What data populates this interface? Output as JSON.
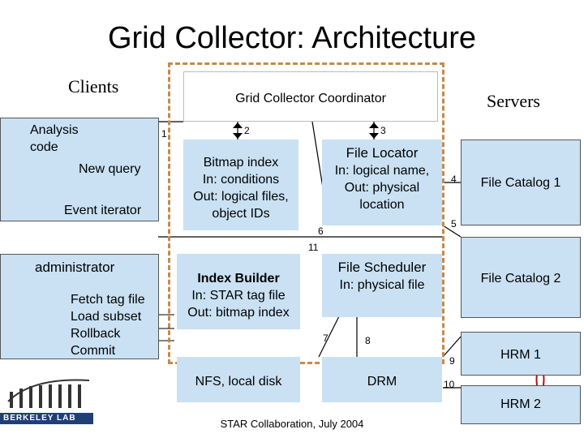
{
  "title": "Grid Collector: Architecture",
  "clients_label": "Clients",
  "servers_label": "Servers",
  "coordinator": "Grid Collector Coordinator",
  "analysis": {
    "title_line1": "Analysis",
    "title_line2": "code",
    "new_query": "New query",
    "event_iterator": "Event iterator"
  },
  "administrator": {
    "title": "administrator",
    "items": [
      "Fetch tag file",
      "Load subset",
      "Rollback",
      "Commit"
    ]
  },
  "bitmap_index": {
    "title": "Bitmap index",
    "lines": [
      "In: conditions",
      "Out: logical files,",
      "object IDs"
    ]
  },
  "file_locator": {
    "title": "File Locator",
    "lines": [
      "In: logical name,",
      "Out: physical",
      "location"
    ]
  },
  "index_builder": {
    "title": "Index Builder",
    "lines": [
      "In: STAR tag file",
      "Out: bitmap index"
    ]
  },
  "file_scheduler": {
    "title": "File Scheduler",
    "lines": [
      "In: physical file"
    ]
  },
  "nfs": "NFS, local disk",
  "drm": "DRM",
  "servers": {
    "file_catalog_1": "File Catalog 1",
    "file_catalog_2": "File Catalog 2",
    "hrm1": "HRM 1",
    "hrm2": "HRM 2"
  },
  "numbers": {
    "n1": "1",
    "n2": "2",
    "n3": "3",
    "n4": "4",
    "n5": "5",
    "n6": "6",
    "n7": "7",
    "n8": "8",
    "n9": "9",
    "n10": "10",
    "n11": "11"
  },
  "logo_text": "BERKELEY LAB",
  "footer": "STAR Collaboration, July 2004",
  "colors": {
    "box_fill": "#c9e1f3",
    "dashed_border": "#c58a4a",
    "hrm_accent": "#b01010"
  }
}
